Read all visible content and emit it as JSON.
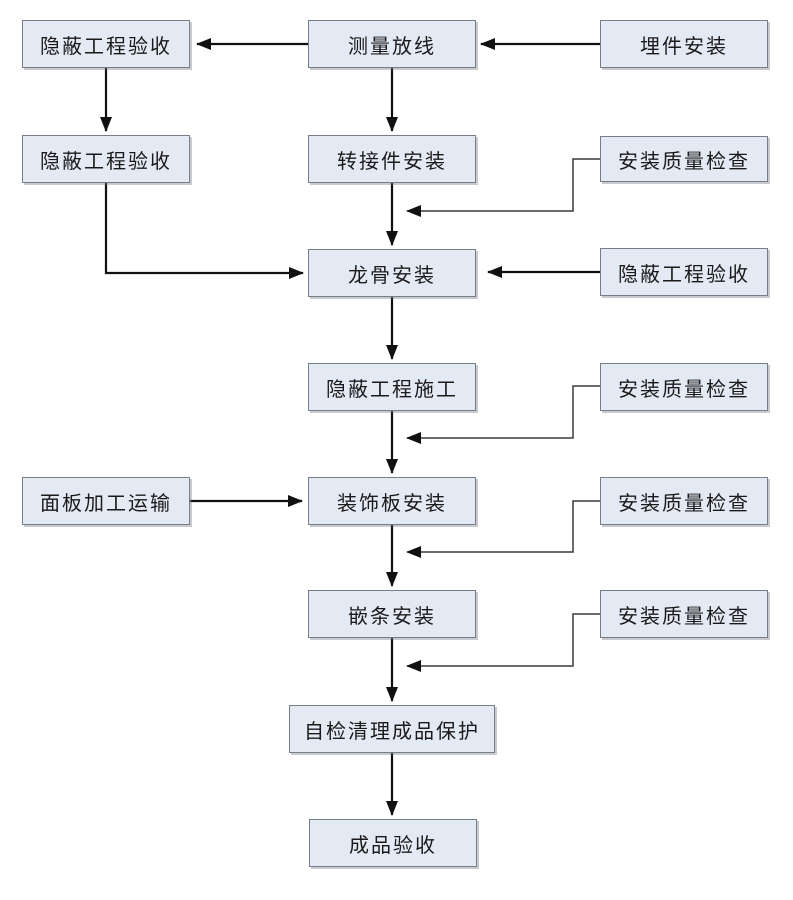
{
  "colors": {
    "node_fill": "#e4eaf4",
    "node_border": "#767e8a",
    "arrow_main": "#111111",
    "arrow_feedback": "#3a3a3a",
    "background": "#ffffff"
  },
  "nodes": {
    "hidden_acceptance_top_left": {
      "label": "隐蔽工程验收"
    },
    "survey_layout": {
      "label": "测量放线"
    },
    "embed_install": {
      "label": "埋件安装"
    },
    "hidden_acceptance_left": {
      "label": "隐蔽工程验收"
    },
    "adapter_install": {
      "label": "转接件安装"
    },
    "quality_check_1": {
      "label": "安装质量检查"
    },
    "keel_install": {
      "label": "龙骨安装"
    },
    "hidden_acceptance_right": {
      "label": "隐蔽工程验收"
    },
    "hidden_work_construction": {
      "label": "隐蔽工程施工"
    },
    "quality_check_2": {
      "label": "安装质量检查"
    },
    "panel_processing": {
      "label": "面板加工运输"
    },
    "decorative_panel_install": {
      "label": "装饰板安装"
    },
    "quality_check_3": {
      "label": "安装质量检查"
    },
    "trim_install": {
      "label": "嵌条安装"
    },
    "quality_check_4": {
      "label": "安装质量检查"
    },
    "self_check_protection": {
      "label": "自检清理成品保护"
    },
    "finished_acceptance": {
      "label": "成品验收"
    }
  },
  "edges": [
    {
      "from": "embed_install",
      "to": "survey_layout",
      "type": "flow"
    },
    {
      "from": "survey_layout",
      "to": "hidden_acceptance_top_left",
      "type": "flow"
    },
    {
      "from": "hidden_acceptance_top_left",
      "to": "hidden_acceptance_left",
      "type": "flow"
    },
    {
      "from": "survey_layout",
      "to": "adapter_install",
      "type": "flow"
    },
    {
      "from": "adapter_install",
      "to": "keel_install",
      "type": "flow"
    },
    {
      "from": "hidden_acceptance_left",
      "to": "keel_install",
      "type": "flow"
    },
    {
      "from": "hidden_acceptance_right",
      "to": "keel_install",
      "type": "flow"
    },
    {
      "from": "keel_install",
      "to": "hidden_work_construction",
      "type": "flow"
    },
    {
      "from": "hidden_work_construction",
      "to": "decorative_panel_install",
      "type": "flow"
    },
    {
      "from": "panel_processing",
      "to": "decorative_panel_install",
      "type": "flow"
    },
    {
      "from": "decorative_panel_install",
      "to": "trim_install",
      "type": "flow"
    },
    {
      "from": "trim_install",
      "to": "self_check_protection",
      "type": "flow"
    },
    {
      "from": "self_check_protection",
      "to": "finished_acceptance",
      "type": "flow"
    },
    {
      "from": "quality_check_1",
      "to_connector": "adapter_install→keel_install",
      "type": "feedback"
    },
    {
      "from": "quality_check_2",
      "to_connector": "hidden_work_construction→decorative_panel_install",
      "type": "feedback"
    },
    {
      "from": "quality_check_3",
      "to_connector": "decorative_panel_install→trim_install",
      "type": "feedback"
    },
    {
      "from": "quality_check_4",
      "to_connector": "trim_install→self_check_protection",
      "type": "feedback"
    }
  ]
}
